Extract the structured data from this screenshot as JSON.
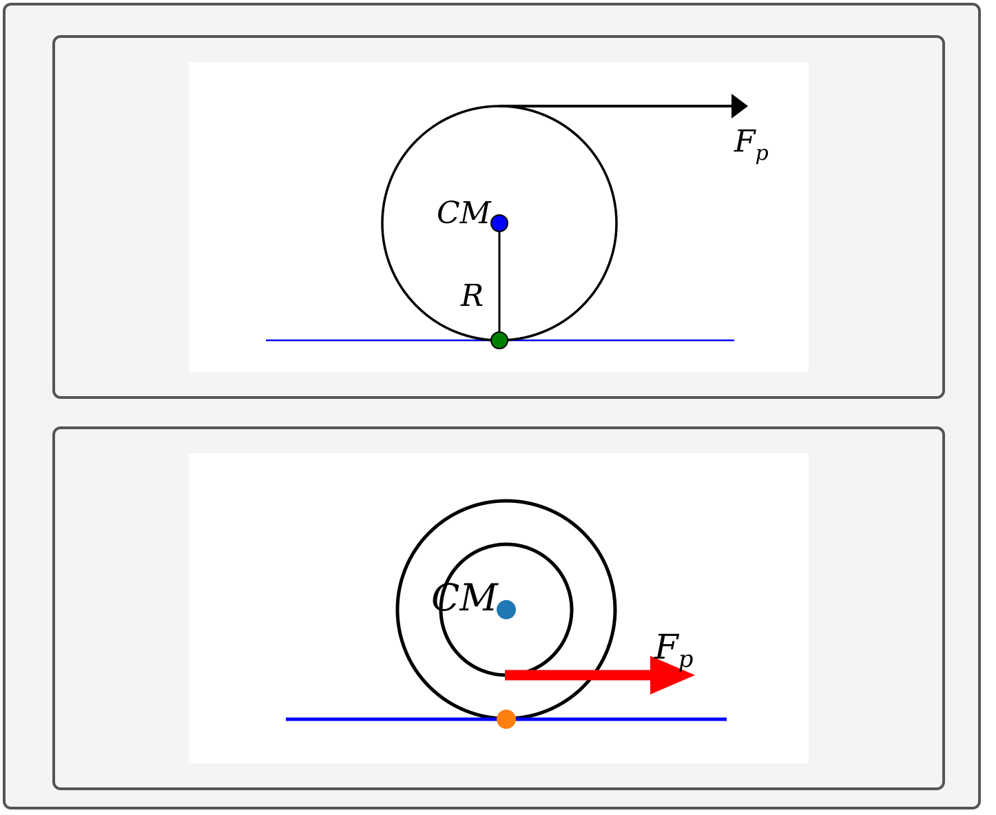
{
  "panels": [
    {
      "labels": {
        "force": "F",
        "force_sub": "p",
        "center": "CM",
        "radius": "R"
      },
      "colors": {
        "ground": "#0000ff",
        "center_point": "#0000ff",
        "contact_point": "#008000",
        "wheel": "#000000",
        "force_arrow": "#000000"
      }
    },
    {
      "labels": {
        "force": "F",
        "force_sub": "p",
        "center": "CM"
      },
      "colors": {
        "ground": "#0000ff",
        "center_point": "#1f77b4",
        "contact_point": "#ff7f0e",
        "wheel": "#000000",
        "force_arrow": "#ff0000"
      }
    }
  ]
}
